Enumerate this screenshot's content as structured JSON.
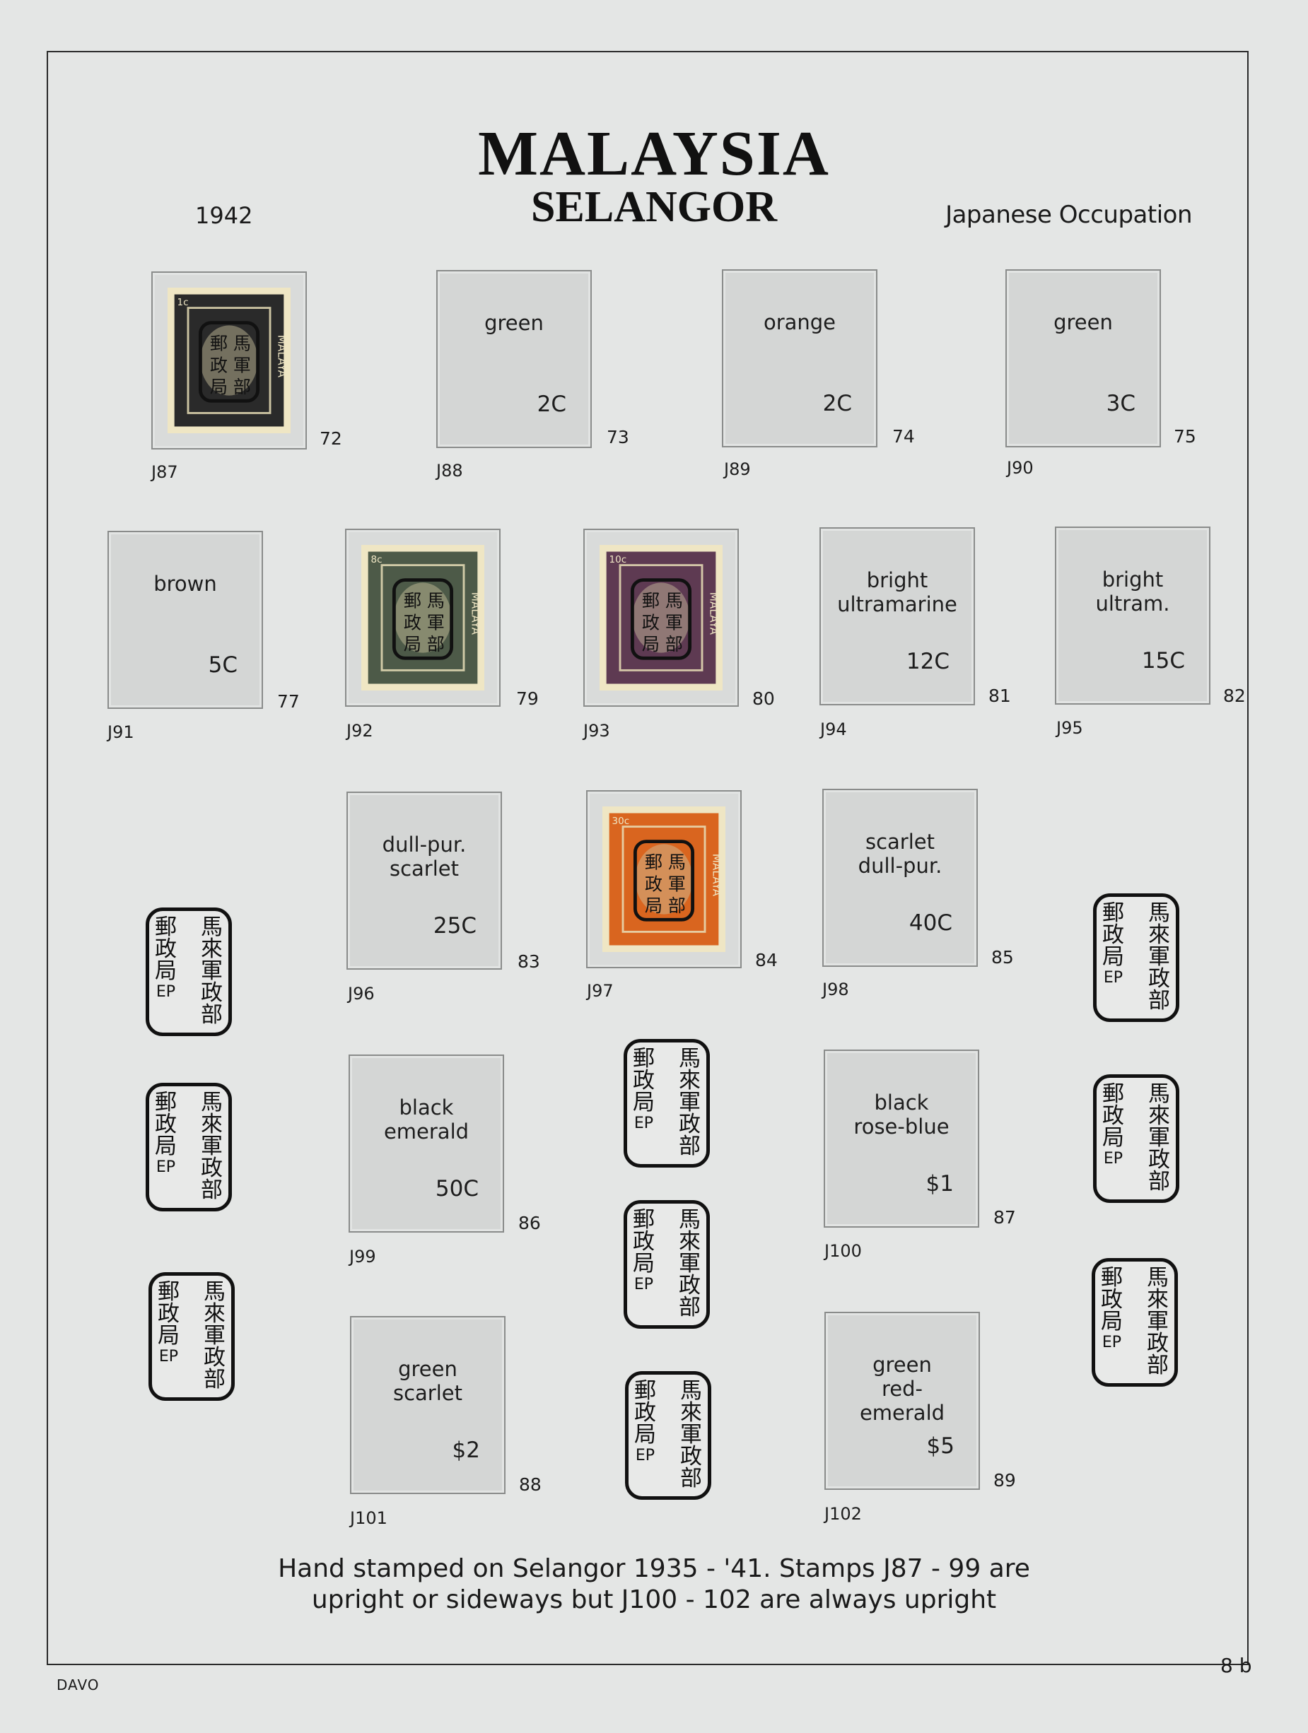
{
  "header": {
    "country": "MALAYSIA",
    "state": "SELANGOR",
    "year": "1942",
    "period": "Japanese Occupation"
  },
  "slots": [
    {
      "num": "72",
      "cat": "J87",
      "color": "",
      "value": "",
      "mounted": true,
      "stamp_color": "#2a2a2a",
      "stamp_value": "1c"
    },
    {
      "num": "73",
      "cat": "J88",
      "color": "green",
      "value": "2C",
      "mounted": false
    },
    {
      "num": "74",
      "cat": "J89",
      "color": "orange",
      "value": "2C",
      "mounted": false
    },
    {
      "num": "75",
      "cat": "J90",
      "color": "green",
      "value": "3C",
      "mounted": false
    },
    {
      "num": "77",
      "cat": "J91",
      "color": "brown",
      "value": "5C",
      "mounted": false
    },
    {
      "num": "79",
      "cat": "J92",
      "color": "",
      "value": "",
      "mounted": true,
      "stamp_color": "#4d5a48",
      "stamp_value": "8c"
    },
    {
      "num": "80",
      "cat": "J93",
      "color": "",
      "value": "",
      "mounted": true,
      "stamp_color": "#5e3a52",
      "stamp_value": "10c"
    },
    {
      "num": "81",
      "cat": "J94",
      "color": "bright\nultramarine",
      "value": "12C",
      "mounted": false
    },
    {
      "num": "82",
      "cat": "J95",
      "color": "bright\nultram.",
      "value": "15C",
      "mounted": false
    },
    {
      "num": "83",
      "cat": "J96",
      "color": "dull-pur.\nscarlet",
      "value": "25C",
      "mounted": false
    },
    {
      "num": "84",
      "cat": "J97",
      "color": "",
      "value": "",
      "mounted": true,
      "stamp_color": "#d9651f",
      "stamp_value": "30c"
    },
    {
      "num": "85",
      "cat": "J98",
      "color": "scarlet\ndull-pur.",
      "value": "40C",
      "mounted": false
    },
    {
      "num": "86",
      "cat": "J99",
      "color": "black\nemerald",
      "value": "50C",
      "mounted": false
    },
    {
      "num": "87",
      "cat": "J100",
      "color": "black\nrose-blue",
      "value": "$1",
      "mounted": false
    },
    {
      "num": "88",
      "cat": "J101",
      "color": "green\nscarlet",
      "value": "$2",
      "mounted": false
    },
    {
      "num": "89",
      "cat": "J102",
      "color": "green\nred-\nemerald",
      "value": "$5",
      "mounted": false
    }
  ],
  "chop": {
    "right_column": [
      "馬",
      "來",
      "軍",
      "政",
      "部"
    ],
    "left_column": [
      "郵",
      "政",
      "局"
    ],
    "mark": "EP"
  },
  "stamp_inscription": "MALAYA",
  "note": {
    "line1": "Hand stamped on Selangor 1935 - '41. Stamps J87 - 99 are",
    "line2": "upright or sideways but J100 - 102 are always upright"
  },
  "footer": {
    "publisher": "DAVO",
    "page": "8 b"
  }
}
